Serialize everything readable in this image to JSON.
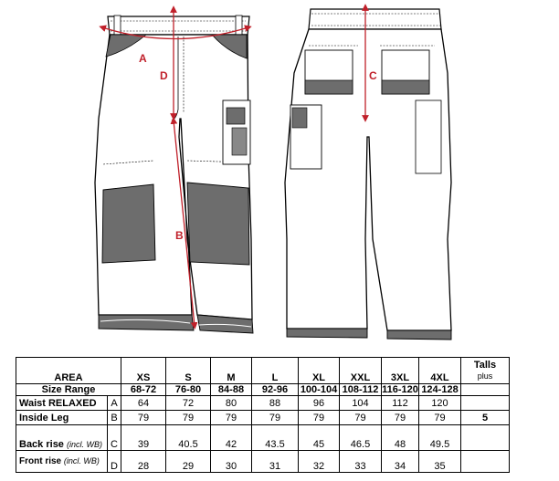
{
  "figure": {
    "measure_labels": {
      "a": "A",
      "b": "B",
      "c": "C",
      "d": "D"
    },
    "accent_color": "#c0202a",
    "panel_color": "#6d6d6d"
  },
  "table": {
    "area_label": "AREA",
    "size_range_label": "Size Range",
    "sizes": [
      "XS",
      "S",
      "M",
      "L",
      "XL",
      "XXL",
      "3XL",
      "4XL"
    ],
    "ranges": [
      "68-72",
      "76-80",
      "84-88",
      "92-96",
      "100-104",
      "108-112",
      "116-120",
      "124-128"
    ],
    "talls_label": "Talls",
    "talls_sub": "plus",
    "rows": [
      {
        "label": "Waist RELAXED",
        "label_note": "",
        "code": "A",
        "values": [
          "64",
          "72",
          "80",
          "88",
          "96",
          "104",
          "112",
          "120"
        ],
        "talls": ""
      },
      {
        "label": "Inside Leg",
        "label_note": "",
        "code": "B",
        "values": [
          "79",
          "79",
          "79",
          "79",
          "79",
          "79",
          "79",
          "79"
        ],
        "talls": "5"
      },
      {
        "label": "Back rise",
        "label_note": "(incl. WB)",
        "code": "C",
        "values": [
          "39",
          "40.5",
          "42",
          "43.5",
          "45",
          "46.5",
          "48",
          "49.5"
        ],
        "talls": ""
      },
      {
        "label": "Front rise",
        "label_note": "(incl. WB)",
        "code": "D",
        "values": [
          "28",
          "29",
          "30",
          "31",
          "32",
          "33",
          "34",
          "35"
        ],
        "talls": ""
      }
    ]
  }
}
